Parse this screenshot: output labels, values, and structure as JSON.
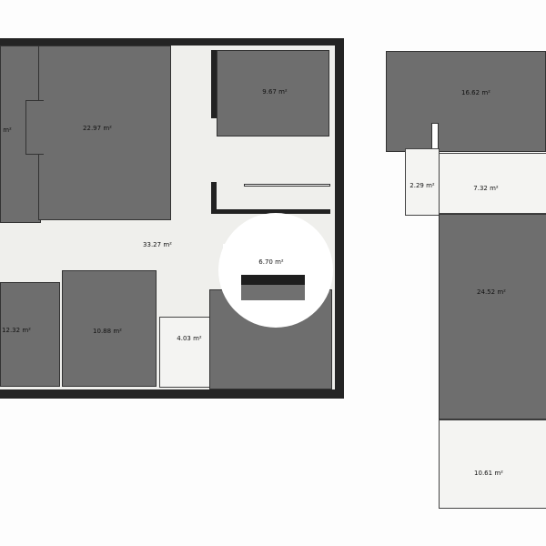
{
  "unit": "m²",
  "plan_left": {
    "rooms": [
      {
        "id": "room-left-partial",
        "area": ""
      },
      {
        "id": "room-2297",
        "area": "22.97"
      },
      {
        "id": "room-967",
        "area": "9.67"
      },
      {
        "id": "hall-3327",
        "area": "33.27"
      },
      {
        "id": "room-670",
        "area": "6.70"
      },
      {
        "id": "room-1232",
        "area": "12.32"
      },
      {
        "id": "room-1088",
        "area": "10.88"
      },
      {
        "id": "room-403",
        "area": "4.03"
      }
    ]
  },
  "plan_right": {
    "rooms": [
      {
        "id": "room-1662",
        "area": "16.62"
      },
      {
        "id": "room-229",
        "area": "2.29"
      },
      {
        "id": "room-732",
        "area": "7.32"
      },
      {
        "id": "room-2452",
        "area": "24.52"
      },
      {
        "id": "room-1061",
        "area": "10.61"
      }
    ]
  }
}
